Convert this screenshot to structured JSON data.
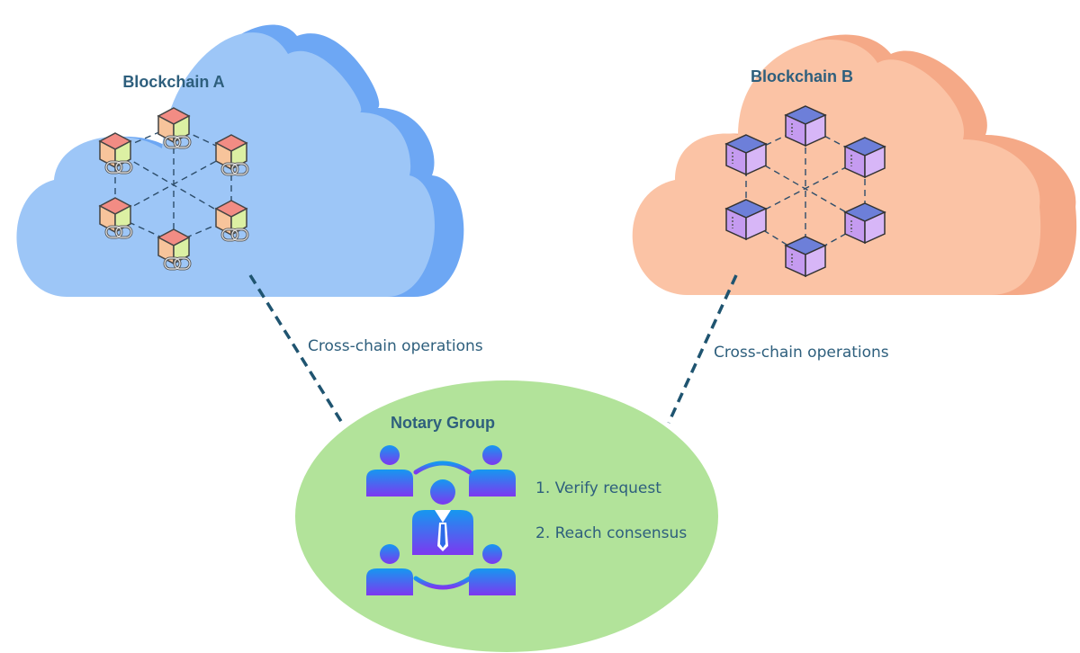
{
  "blockchain_a": {
    "title": "Blockchain A"
  },
  "blockchain_b": {
    "title": "Blockchain B"
  },
  "connections": {
    "left_label": "Cross-chain operations",
    "right_label": "Cross-chain operations"
  },
  "notary": {
    "title": "Notary Group",
    "steps": [
      "1. Verify request",
      "2. Reach consensus"
    ]
  },
  "colors": {
    "cloud_a": "#9dc6f7",
    "cloud_a_shadow": "#6da7f4",
    "cloud_b": "#fbc3a5",
    "cloud_b_shadow": "#f5a987",
    "notary_fill": "#b2e39a",
    "text": "#2e5f7d",
    "dash": "#1f5470",
    "people_top": "#1496f0",
    "people_bottom": "#7b3af0"
  },
  "icons": [
    "blockchain-network-icon",
    "link-chain-icon",
    "cube-block-icon",
    "people-group-icon"
  ]
}
